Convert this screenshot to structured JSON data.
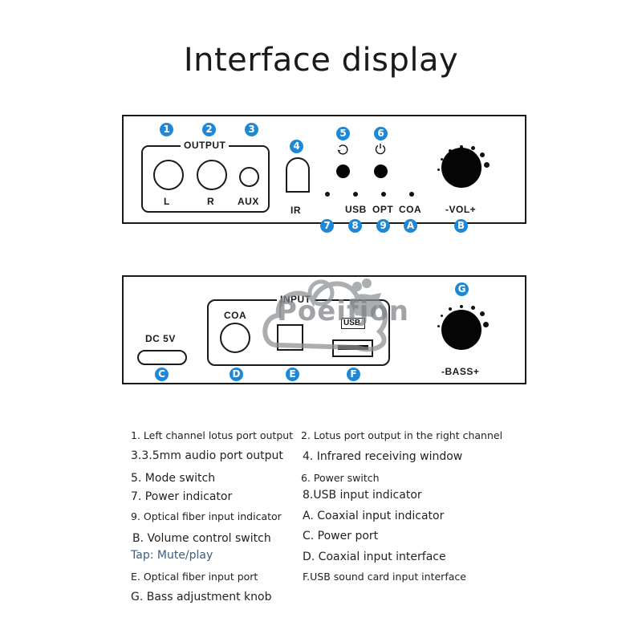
{
  "title": "Interface display",
  "colors": {
    "badge": "#1e88d6",
    "panel_border": "#1a1a1a",
    "tap_note": "#3a5f80"
  },
  "front_panel": {
    "output_group_label": "OUTPUT",
    "ports": [
      {
        "badge": "1",
        "label": "L"
      },
      {
        "badge": "2",
        "label": "R"
      },
      {
        "badge": "3",
        "label": "AUX"
      }
    ],
    "ir": {
      "badge": "4",
      "label": "IR"
    },
    "mode_switch": {
      "badge": "5",
      "icon": "mode-cycle-icon"
    },
    "power_switch": {
      "badge": "6",
      "icon": "power-icon"
    },
    "indicators": [
      {
        "badge": "7",
        "label": ""
      },
      {
        "badge": "8",
        "label": "USB"
      },
      {
        "badge": "9",
        "label": "OPT"
      },
      {
        "badge": "A",
        "label": "COA"
      }
    ],
    "volume": {
      "badge": "B",
      "label": "-VOL+"
    }
  },
  "back_panel": {
    "dc": {
      "badge": "C",
      "label": "DC 5V"
    },
    "coax": {
      "badge": "D",
      "label": "COA"
    },
    "input_group_label": "INPUT",
    "optical": {
      "badge": "E"
    },
    "usb": {
      "badge": "F",
      "label": "USB"
    },
    "bass": {
      "badge": "G",
      "label": "-BASS+"
    }
  },
  "watermark": {
    "text": "Poeifjon"
  },
  "legend": [
    {
      "text": "1. Left channel lotus port output"
    },
    {
      "text": "2. Lotus port output in the right channel"
    },
    {
      "text": "3.3.5mm audio port output"
    },
    {
      "text": "4. Infrared receiving window"
    },
    {
      "text": "5. Mode switch"
    },
    {
      "text": "6. Power switch"
    },
    {
      "text": "7. Power indicator"
    },
    {
      "text": "8.USB input indicator"
    },
    {
      "text": "9. Optical fiber input indicator"
    },
    {
      "text": "A. Coaxial input indicator"
    },
    {
      "text": "B. Volume control switch"
    },
    {
      "text": "C. Power port"
    },
    {
      "text": "Tap: Mute/play"
    },
    {
      "text": "D. Coaxial input interface"
    },
    {
      "text": "E. Optical fiber input port"
    },
    {
      "text": "F.USB sound card input interface"
    },
    {
      "text": "G. Bass adjustment knob"
    }
  ]
}
